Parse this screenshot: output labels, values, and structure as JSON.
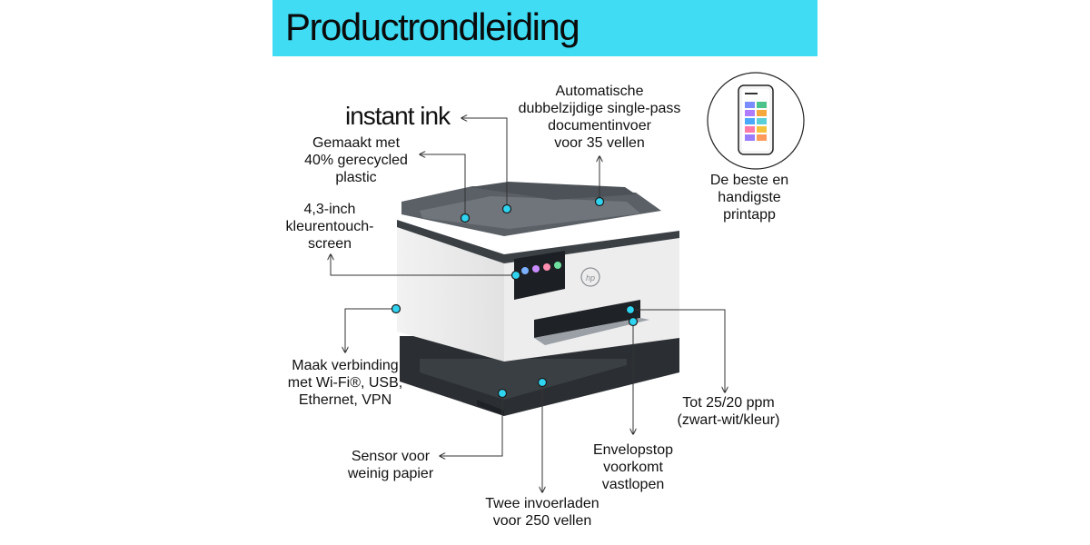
{
  "colors": {
    "banner": "#3fdcf4",
    "dot": "#2fd4f0",
    "line": "#333333"
  },
  "banner": {
    "title": "Productrondleiding"
  },
  "logo": {
    "text": "instant ink"
  },
  "callouts": {
    "recycled": [
      "Gemaakt met",
      "40% gerecycled",
      "plastic"
    ],
    "touchscreen": [
      "4,3-inch",
      "kleurentouch-",
      "screen"
    ],
    "connect": [
      "Maak verbinding",
      "met Wi-Fi®, USB,",
      "Ethernet, VPN"
    ],
    "sensor": [
      "Sensor voor",
      "weinig papier"
    ],
    "trays": [
      "Twee invoerladen",
      "voor 250 vellen"
    ],
    "envelope": [
      "Envelopstop",
      "voorkomt",
      "vastlopen"
    ],
    "speed": [
      "Tot 25/20 ppm",
      "(zwart-wit/kleur)"
    ],
    "adf": [
      "Automatische",
      "dubbelzijdige single-pass",
      "documentinvoer",
      "voor 35 vellen"
    ],
    "app": [
      "De beste en",
      "handigste",
      "printapp"
    ]
  },
  "icons": [
    "hp-logo-icon",
    "phone-app-icon",
    "printer-illustration",
    "arrow-icon"
  ]
}
